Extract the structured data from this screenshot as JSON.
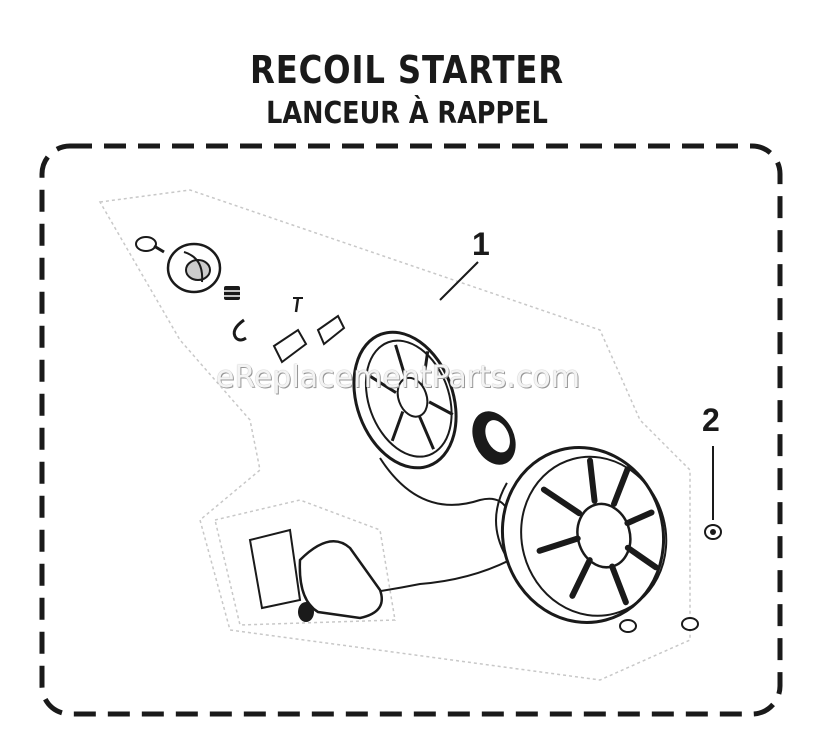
{
  "header": {
    "title": "RECOIL STARTER",
    "subtitle": "LANCEUR À RAPPEL"
  },
  "callouts": [
    {
      "number": "1"
    },
    {
      "number": "2"
    }
  ],
  "watermark": "eReplacementParts.com",
  "icons": [
    "bolt-icon",
    "cam-plate-icon",
    "spring-icon",
    "pawl-icon",
    "pulley-icon",
    "rope-handle-icon",
    "starter-housing-icon",
    "screw-icon"
  ],
  "colors": {
    "line": "#1a1a1a",
    "background": "#ffffff",
    "ghost": "#c8c8c8"
  }
}
